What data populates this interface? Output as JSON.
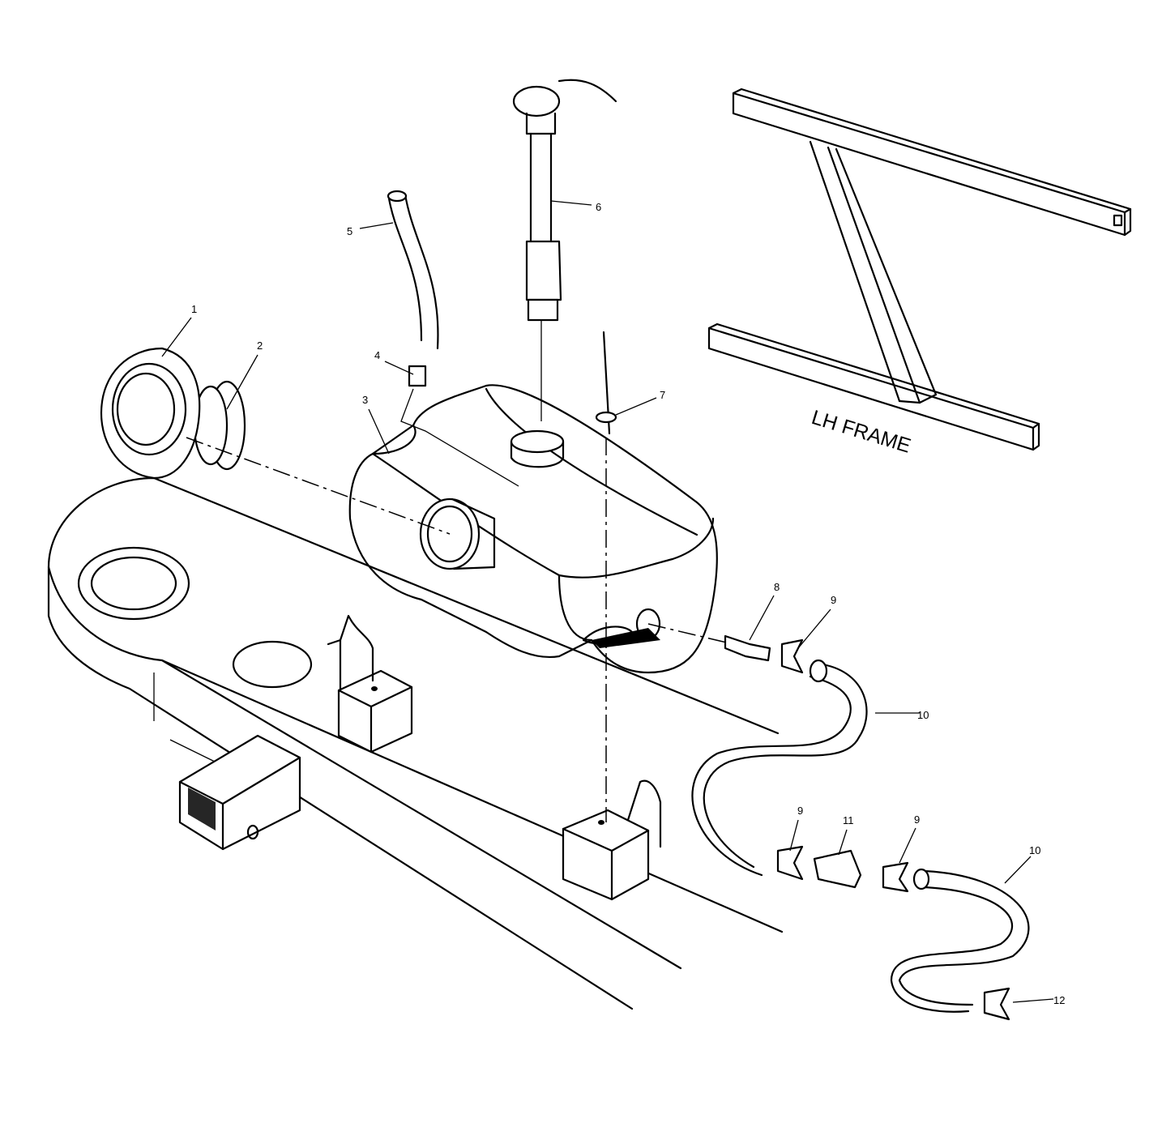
{
  "diagram": {
    "frame_label": "LH FRAME",
    "callouts": [
      {
        "id": "1",
        "text": "1"
      },
      {
        "id": "2",
        "text": "2"
      },
      {
        "id": "3",
        "text": "3"
      },
      {
        "id": "4",
        "text": "4"
      },
      {
        "id": "5",
        "text": "5"
      },
      {
        "id": "6",
        "text": "6"
      },
      {
        "id": "7",
        "text": "7"
      },
      {
        "id": "8",
        "text": "8"
      },
      {
        "id": "9a",
        "text": "9"
      },
      {
        "id": "10a",
        "text": "10"
      },
      {
        "id": "9b",
        "text": "9"
      },
      {
        "id": "11",
        "text": "11"
      },
      {
        "id": "9c",
        "text": "9"
      },
      {
        "id": "10b",
        "text": "10"
      },
      {
        "id": "12",
        "text": "12"
      }
    ]
  }
}
